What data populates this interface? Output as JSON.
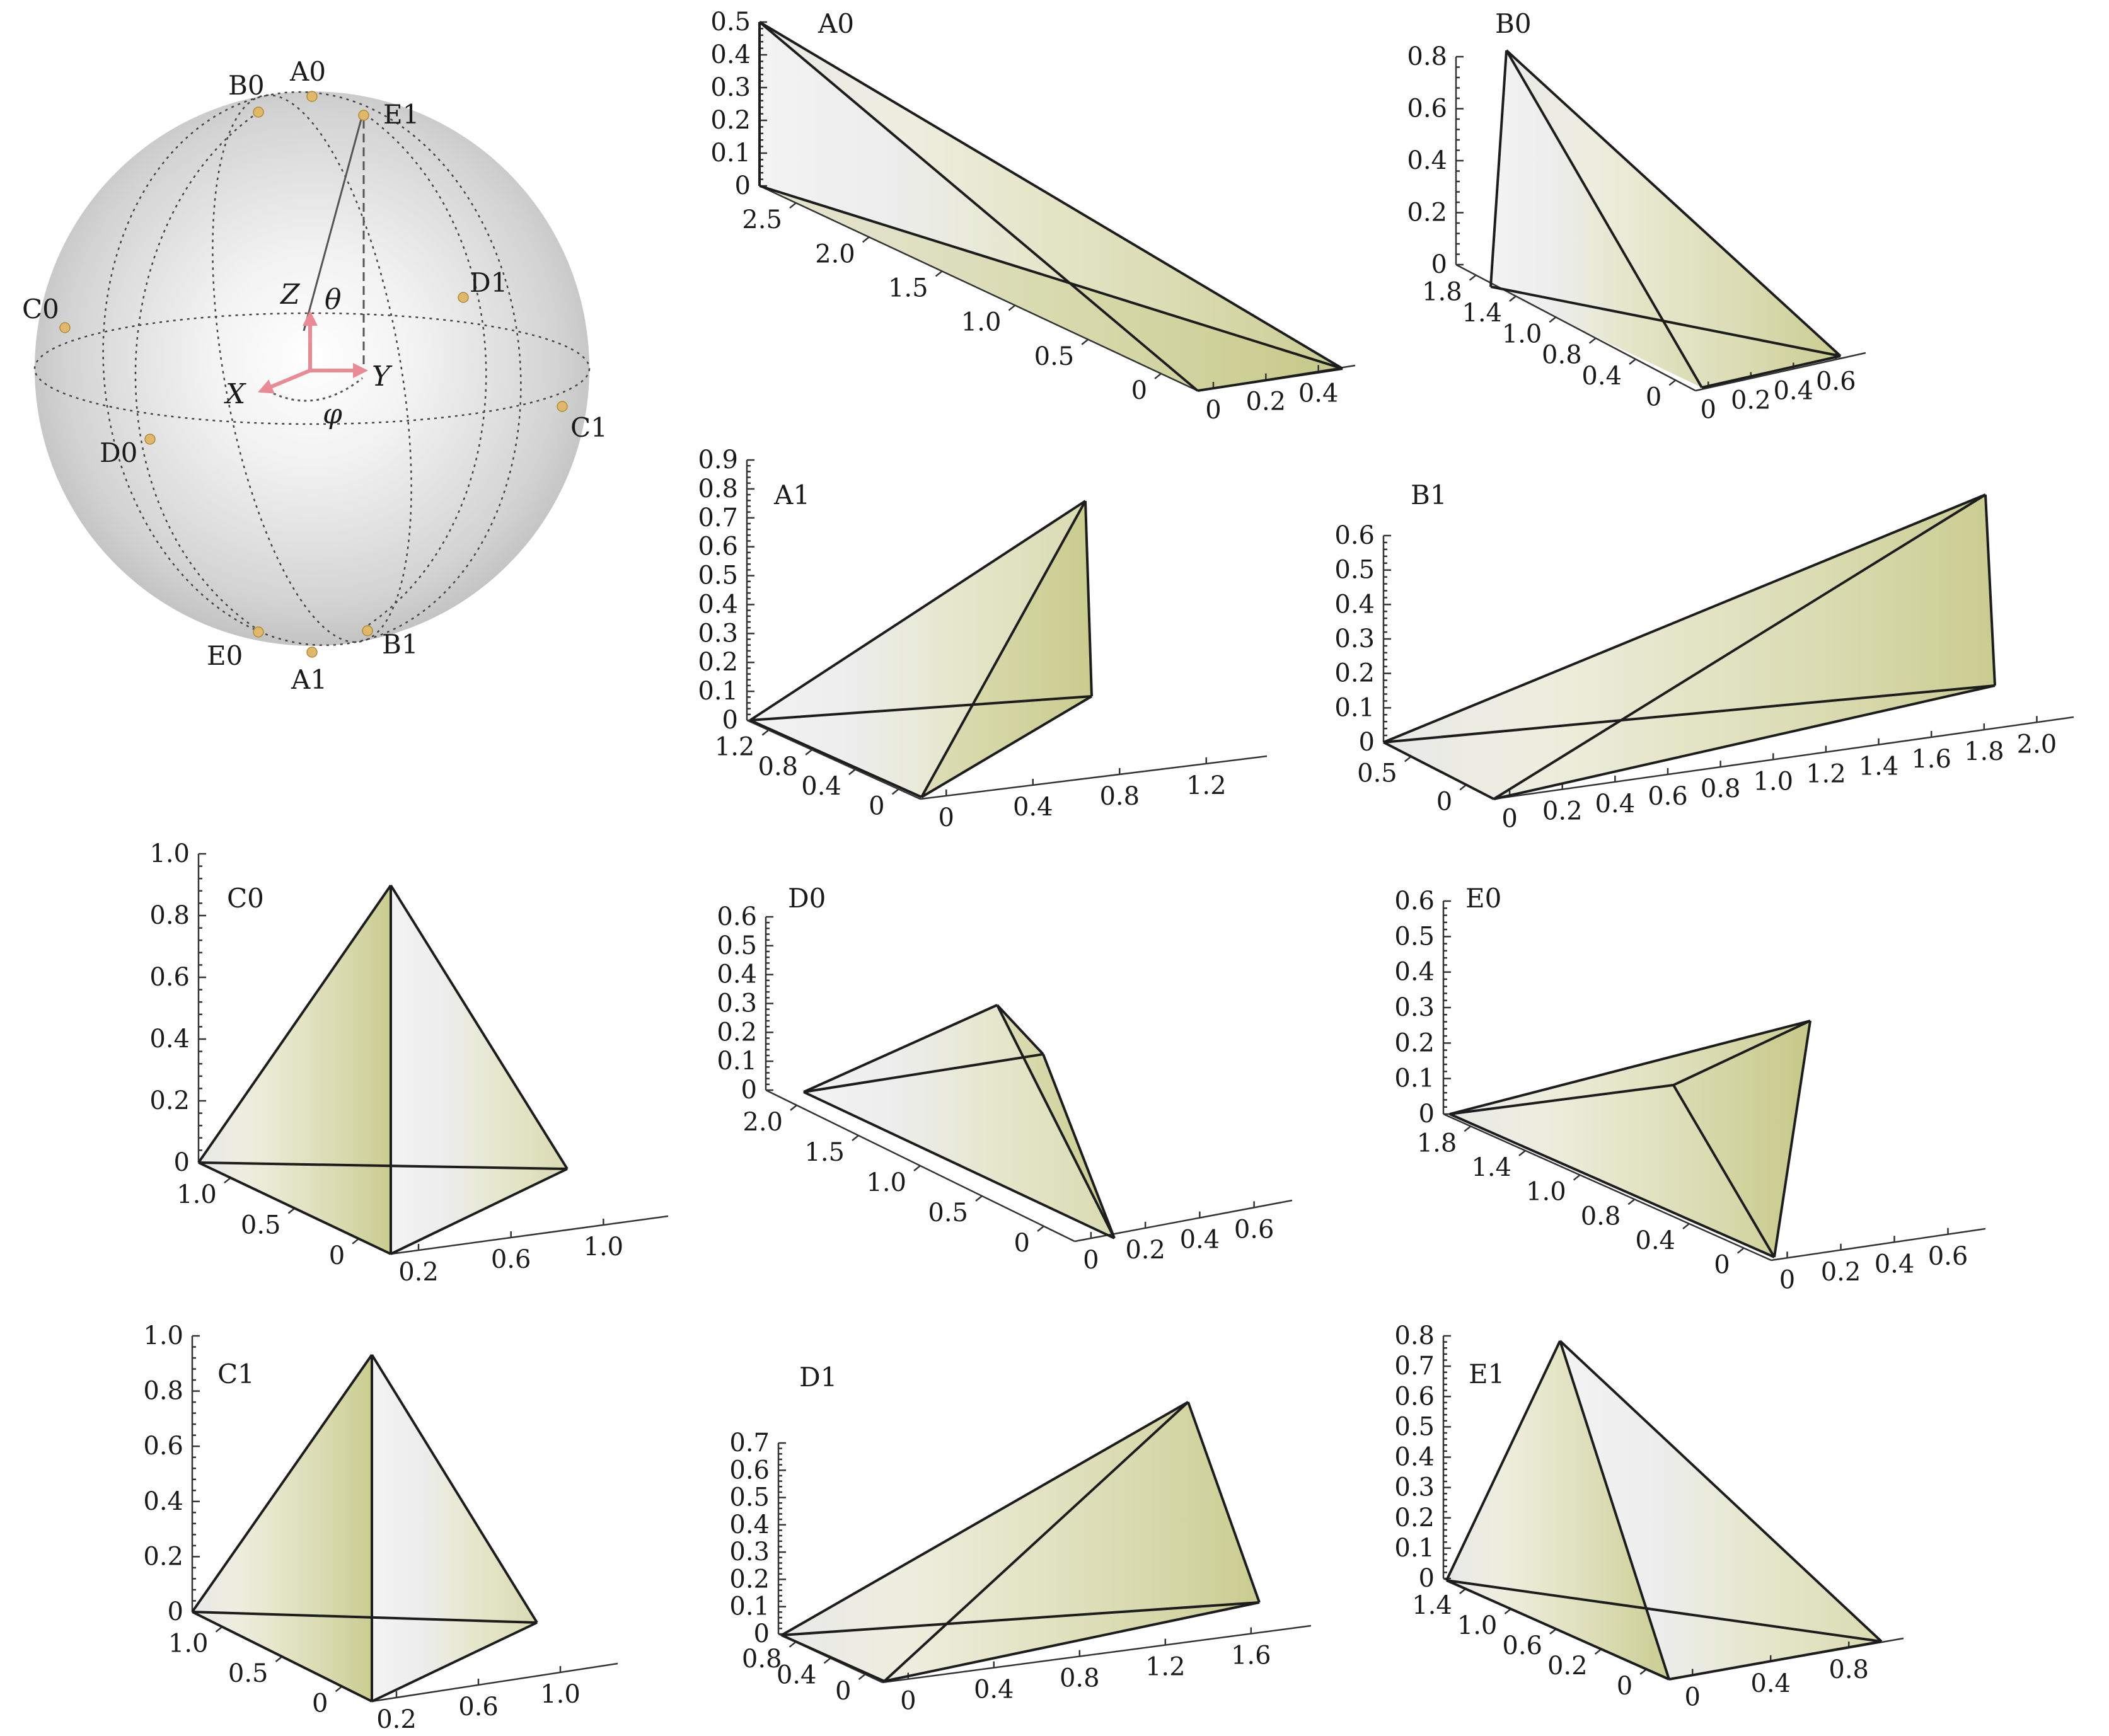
{
  "sphere": {
    "points": [
      "A0",
      "B0",
      "E1",
      "C0",
      "D1",
      "C1",
      "D0",
      "E0",
      "A1",
      "B1"
    ],
    "axes": {
      "x": "X",
      "y": "Y",
      "z": "Z"
    },
    "angles": {
      "theta": "θ",
      "phi": "φ"
    },
    "colors": {
      "body": "#d2d2d2",
      "highlight": "#ffffff",
      "point": "#e0b86a",
      "axis_arrow": "#e98a94"
    }
  },
  "colors": {
    "face_light": "#e9e9e9",
    "face_green": "#d6d6a8",
    "face_dark_green": "#c2c482",
    "edge": "#1d1d1d"
  },
  "panels": [
    {
      "id": "A0",
      "name": "A0",
      "z_ticks": [
        "0",
        "0.1",
        "0.2",
        "0.3",
        "0.4",
        "0.5"
      ],
      "depth_ticks": [
        "2.5",
        "2.0",
        "1.5",
        "1.0",
        "0.5",
        "0"
      ],
      "x_ticks": [
        "0",
        "0.2",
        "0.4"
      ]
    },
    {
      "id": "B0",
      "name": "B0",
      "z_ticks": [
        "0",
        "0.2",
        "0.4",
        "0.6",
        "0.8"
      ],
      "depth_ticks": [
        "1.8",
        "1.4",
        "1.0",
        "0.8",
        "0.4",
        "0"
      ],
      "x_ticks": [
        "0",
        "0.2",
        "0.4",
        "0.6"
      ]
    },
    {
      "id": "A1",
      "name": "A1",
      "z_ticks": [
        "0",
        "0.1",
        "0.2",
        "0.3",
        "0.4",
        "0.5",
        "0.6",
        "0.7",
        "0.8",
        "0.9"
      ],
      "depth_ticks": [
        "1.2",
        "0.8",
        "0.4",
        "0"
      ],
      "x_ticks": [
        "0",
        "0.4",
        "0.8",
        "1.2"
      ]
    },
    {
      "id": "B1",
      "name": "B1",
      "z_ticks": [
        "0",
        "0.1",
        "0.2",
        "0.3",
        "0.4",
        "0.5",
        "0.6"
      ],
      "depth_ticks": [
        "0.5",
        "0"
      ],
      "x_ticks": [
        "0",
        "0.2",
        "0.4",
        "0.6",
        "0.8",
        "1.0",
        "1.2",
        "1.4",
        "1.6",
        "1.8",
        "2.0"
      ]
    },
    {
      "id": "C0",
      "name": "C0",
      "z_ticks": [
        "0",
        "0.2",
        "0.4",
        "0.6",
        "0.8",
        "1.0"
      ],
      "depth_ticks": [
        "1.0",
        "0.5",
        "0"
      ],
      "x_ticks": [
        "0.2",
        "0.6",
        "1.0"
      ]
    },
    {
      "id": "D0",
      "name": "D0",
      "z_ticks": [
        "0",
        "0.1",
        "0.2",
        "0.3",
        "0.4",
        "0.5",
        "0.6"
      ],
      "depth_ticks": [
        "2.0",
        "1.5",
        "1.0",
        "0.5",
        "0"
      ],
      "x_ticks": [
        "0",
        "0.2",
        "0.4",
        "0.6"
      ]
    },
    {
      "id": "E0",
      "name": "E0",
      "z_ticks": [
        "0",
        "0.1",
        "0.2",
        "0.3",
        "0.4",
        "0.5",
        "0.6"
      ],
      "depth_ticks": [
        "1.8",
        "1.4",
        "1.0",
        "0.8",
        "0.4",
        "0"
      ],
      "x_ticks": [
        "0",
        "0.2",
        "0.4",
        "0.6"
      ]
    },
    {
      "id": "C1",
      "name": "C1",
      "z_ticks": [
        "0",
        "0.2",
        "0.4",
        "0.6",
        "0.8",
        "1.0"
      ],
      "depth_ticks": [
        "1.0",
        "0.5",
        "0"
      ],
      "x_ticks": [
        "0.2",
        "0.6",
        "1.0"
      ]
    },
    {
      "id": "D1",
      "name": "D1",
      "z_ticks": [
        "0",
        "0.1",
        "0.2",
        "0.3",
        "0.4",
        "0.5",
        "0.6",
        "0.7"
      ],
      "depth_ticks": [
        "0.8",
        "0.4",
        "0"
      ],
      "x_ticks": [
        "0",
        "0.4",
        "0.8",
        "1.2",
        "1.6"
      ]
    },
    {
      "id": "E1",
      "name": "E1",
      "z_ticks": [
        "0",
        "0.1",
        "0.2",
        "0.3",
        "0.4",
        "0.5",
        "0.6",
        "0.7",
        "0.8"
      ],
      "depth_ticks": [
        "1.4",
        "1.0",
        "0.6",
        "0.2",
        "0"
      ],
      "x_ticks": [
        "0",
        "0.4",
        "0.8"
      ]
    }
  ]
}
